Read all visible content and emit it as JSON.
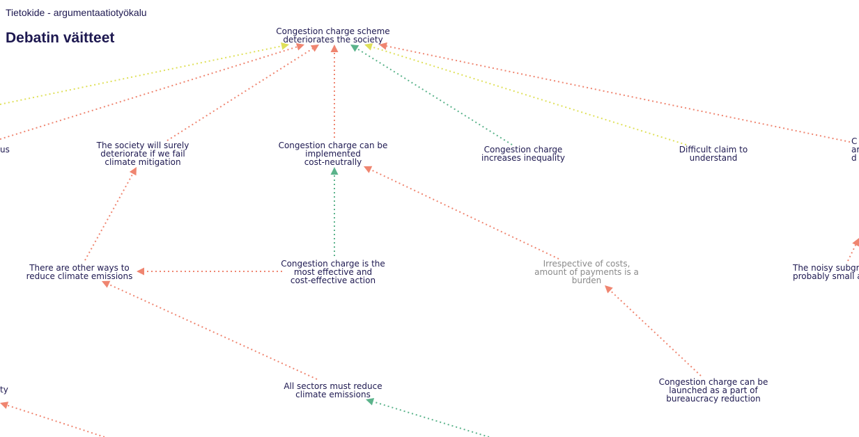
{
  "app_title": "Tietokide - argumentaatiotyökalu",
  "page_title": "Debatin väitteet",
  "colors": {
    "attack": "#ef8570",
    "support": "#5bb38b",
    "neutral": "#dfe05a",
    "node_text": "#1d1850",
    "muted_text": "#8a8a8a"
  },
  "nodes": [
    {
      "id": "root",
      "lines": [
        "Congestion charge scheme",
        "deteriorates the society"
      ],
      "muted": false
    },
    {
      "id": "left-us",
      "lines": [
        "us"
      ],
      "muted": false
    },
    {
      "id": "fail-mitigation",
      "lines": [
        "The society will surely",
        "deteriorate if we fail",
        "climate mitigation"
      ],
      "muted": false
    },
    {
      "id": "cost-neutral",
      "lines": [
        "Congestion charge can be",
        "implemented",
        "cost-neutrally"
      ],
      "muted": false
    },
    {
      "id": "inequality",
      "lines": [
        "Congestion charge",
        "increases inequality"
      ],
      "muted": false
    },
    {
      "id": "difficult",
      "lines": [
        "Difficult claim to",
        "understand"
      ],
      "muted": false
    },
    {
      "id": "right-cut",
      "lines": [
        "C",
        "ar",
        "d"
      ],
      "muted": false
    },
    {
      "id": "other-ways",
      "lines": [
        "There are other ways to",
        "reduce climate emissions"
      ],
      "muted": false
    },
    {
      "id": "most-effective",
      "lines": [
        "Congestion charge is the",
        "most effective and",
        "cost-effective action"
      ],
      "muted": false
    },
    {
      "id": "burden",
      "lines": [
        "Irrespective of costs,",
        "amount of payments is a",
        "burden"
      ],
      "muted": true
    },
    {
      "id": "noisy",
      "lines": [
        "The noisy subgr",
        "probably small a"
      ],
      "muted": false
    },
    {
      "id": "left-ty",
      "lines": [
        "ty"
      ],
      "muted": false
    },
    {
      "id": "all-sectors",
      "lines": [
        "All sectors must reduce",
        "climate emissions"
      ],
      "muted": false
    },
    {
      "id": "bureaucracy",
      "lines": [
        "Congestion charge can be",
        "launched as a part of",
        "bureaucracy reduction"
      ],
      "muted": false
    }
  ],
  "edges": [
    {
      "from": "offscreen-left-1",
      "to": "root",
      "type": "neutral"
    },
    {
      "from": "offscreen-left-2",
      "to": "root",
      "type": "attack"
    },
    {
      "from": "fail-mitigation",
      "to": "root",
      "type": "attack"
    },
    {
      "from": "cost-neutral",
      "to": "root",
      "type": "attack"
    },
    {
      "from": "inequality",
      "to": "root",
      "type": "support"
    },
    {
      "from": "difficult",
      "to": "root",
      "type": "neutral"
    },
    {
      "from": "right-cut",
      "to": "root",
      "type": "attack"
    },
    {
      "from": "other-ways",
      "to": "fail-mitigation",
      "type": "attack"
    },
    {
      "from": "most-effective",
      "to": "cost-neutral",
      "type": "support"
    },
    {
      "from": "burden",
      "to": "cost-neutral",
      "type": "attack"
    },
    {
      "from": "most-effective",
      "to": "other-ways",
      "type": "attack"
    },
    {
      "from": "all-sectors",
      "to": "other-ways",
      "type": "attack"
    },
    {
      "from": "bureaucracy",
      "to": "burden",
      "type": "attack"
    },
    {
      "from": "noisy",
      "to": "offscreen-right",
      "type": "attack"
    },
    {
      "from": "offscreen-bottom-left",
      "to": "left-ty",
      "type": "attack"
    },
    {
      "from": "offscreen-bottom-mid",
      "to": "all-sectors",
      "type": "support"
    }
  ]
}
